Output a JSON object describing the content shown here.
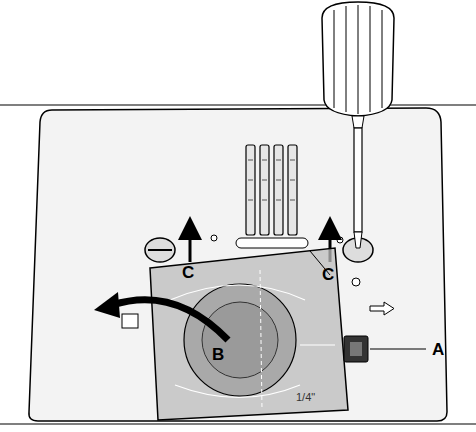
{
  "diagram": {
    "labels": [
      "C",
      "C",
      "B",
      "A",
      "1/4\""
    ]
  }
}
